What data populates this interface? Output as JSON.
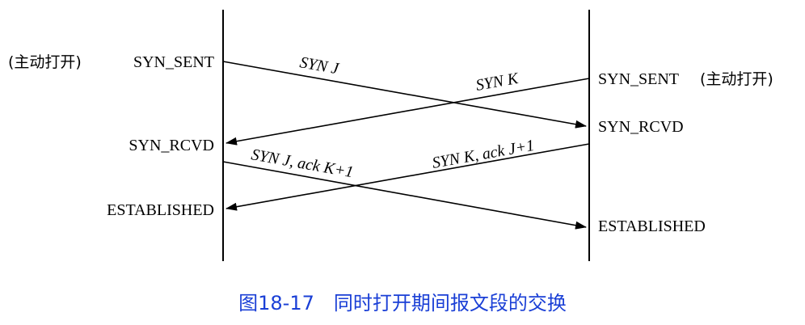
{
  "left": {
    "note": "(主动打开)",
    "states": [
      "SYN_SENT",
      "SYN_RCVD",
      "ESTABLISHED"
    ]
  },
  "right": {
    "note": "(主动打开)",
    "states": [
      "SYN_SENT",
      "SYN_RCVD",
      "ESTABLISHED"
    ]
  },
  "segments": {
    "syn_j": "SYN J",
    "syn_k": "SYN K",
    "syn_j_ack": "SYN J, ack K+1",
    "syn_k_ack": "SYN K, ack J+1"
  },
  "caption": "图18-17　同时打开期间报文段的交换",
  "colors": {
    "caption": "#1a3fd6",
    "lines": "#000000"
  }
}
